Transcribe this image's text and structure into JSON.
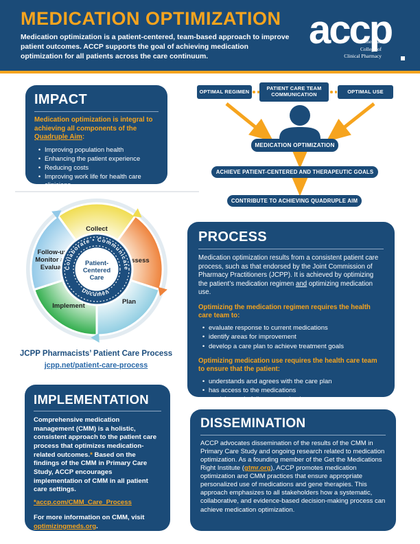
{
  "colors": {
    "navy": "#1B4B78",
    "orange": "#F6A41E",
    "rule_blue": "#8FA9C4",
    "link_blue": "#2968A8",
    "caption_navy": "#1D4E7E"
  },
  "header": {
    "title": "MEDICATION OPTIMIZATION",
    "subtitle": "Medication optimization is a patient-centered, team-based approach to improve patient outcomes. ACCP supports the goal of achieving medication optimization for all patients across the care continuum.",
    "logo": {
      "word": "accp",
      "line1": "American",
      "line2": "College of",
      "line3": "Clinical Pharmacy"
    }
  },
  "impact": {
    "title": "IMPACT",
    "intro_pre": "Medication optimization is integral to achieving all components of the ",
    "intro_link": "Quadruple Aim",
    "intro_post": ":",
    "bullets": [
      "Improving population health",
      "Enhancing the patient experience",
      "Reducing costs",
      "Improving work life for health care clinicians"
    ]
  },
  "flow": {
    "box_regimen": "OPTIMAL REGIMEN",
    "box_team": "PATIENT CARE TEAM COMMUNICATION",
    "box_use": "OPTIMAL USE",
    "pill_medopt": "MEDICATION OPTIMIZATION",
    "pill_goals": "ACHIEVE PATIENT-CENTERED AND THERAPEUTIC GOALS",
    "pill_aim": "CONTRIBUTE TO ACHIEVING QUADRUPLE AIM"
  },
  "wheel": {
    "segments": [
      {
        "label": "Collect",
        "color": "#F0DC4E",
        "light": "#FDFAE0"
      },
      {
        "label": "Assess",
        "color": "#EE8139",
        "light": "#FBE2CB"
      },
      {
        "label": "Plan",
        "color": "#8FCDE2",
        "light": "#EDF7FA"
      },
      {
        "label": "Implement",
        "color": "#2FAD4B",
        "light": "#DFF2E0"
      },
      {
        "label_lines": [
          "Follow-up:",
          "Monitor and",
          "Evaluate"
        ],
        "color": "#92C9E8",
        "light": "#EBF5FB"
      }
    ],
    "ring_text_top": "Collaborate • Communicate",
    "ring_text_bottom": "• Document •",
    "center_line1": "Patient-",
    "center_line2": "Centered",
    "center_line3": "Care",
    "caption": "JCPP Pharmacists’ Patient Care Process",
    "link": "jcpp.net/patient-care-process"
  },
  "process": {
    "title": "PROCESS",
    "para_pre": "Medication optimization results from a consistent patient care process, such as that endorsed by the Joint Commission of Pharmacy Practitioners (JCPP). It is achieved by optimizing the patient’s medication regimen ",
    "para_and": "and",
    "para_post": " optimizing medication use.",
    "sub1": "Optimizing the medication regimen requires the health care team to:",
    "bullets1": [
      "evaluate response to current medications",
      "identify areas for improvement",
      "develop a care plan to achieve treatment goals"
    ],
    "sub2": "Optimizing medication use requires the health care team to ensure that the patient:",
    "bullets2": [
      "understands and agrees with the care plan",
      "has access to the medications",
      "participates in follow-up evaluations"
    ]
  },
  "implementation": {
    "title": "IMPLEMENTATION",
    "body_pre": "Comprehensive medication management (CMM) is a holistic, consistent approach to the patient care process that optimizes medication-related outcomes.",
    "body_star": "*",
    "body_post": " Based on the findings of the CMM in Primary Care Study, ACCP encourages implementation of CMM in all patient care settings.",
    "link": "*accp.com/CMM_Care_Process",
    "footer_pre": "For more information on CMM, visit ",
    "footer_link": "optimizingmeds.org",
    "footer_post": "."
  },
  "dissemination": {
    "title": "DISSEMINATION",
    "para_pre": "ACCP advocates dissemination of the results of the CMM in Primary Care Study and ongoing research related to medication optimization. As a founding member of the Get the Medications Right Institute (",
    "para_link": "gtmr.org",
    "para_post": "), ACCP promotes medication optimization and CMM practices that ensure appropriate personalized use of medications and gene therapies. This approach emphasizes to all stakeholders how a systematic, collaborative, and evidence-based decision-making process can achieve medication optimization."
  }
}
